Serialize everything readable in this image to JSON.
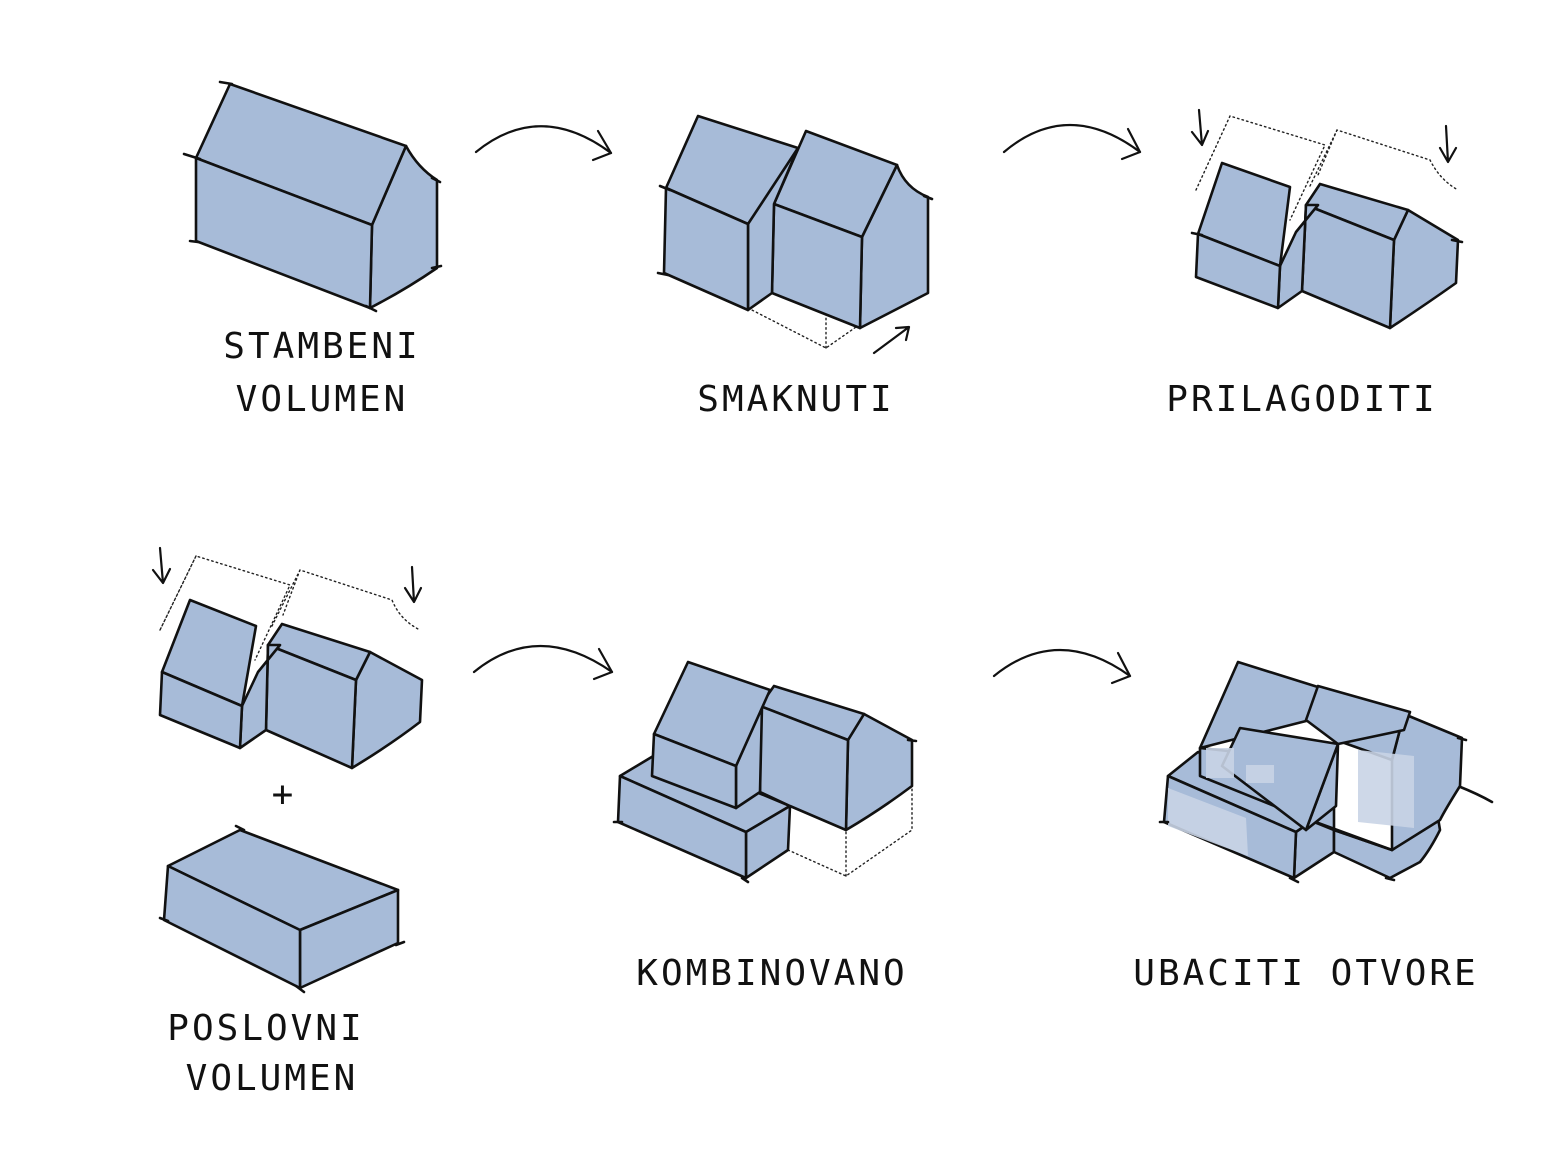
{
  "steps": [
    {
      "id": "stambeni",
      "label_lines": [
        "STAMBENI",
        "VOLUMEN"
      ]
    },
    {
      "id": "smaknuti",
      "label_lines": [
        "SMAKNUTI"
      ]
    },
    {
      "id": "prilagoditi",
      "label_lines": [
        "PRILAGODITI"
      ]
    },
    {
      "id": "poslovni",
      "label_lines": [
        "POSLOVNI",
        "VOLUMEN"
      ]
    },
    {
      "id": "kombinovano",
      "label_lines": [
        "KOMBINOVANO"
      ]
    },
    {
      "id": "ubaciti",
      "label_lines": [
        "UBACITI OTVORE"
      ]
    }
  ],
  "plus_sign": "+",
  "colors": {
    "volume_fill": "#a7bbd8",
    "ink": "#111111",
    "opening": "#c9d4e6"
  }
}
